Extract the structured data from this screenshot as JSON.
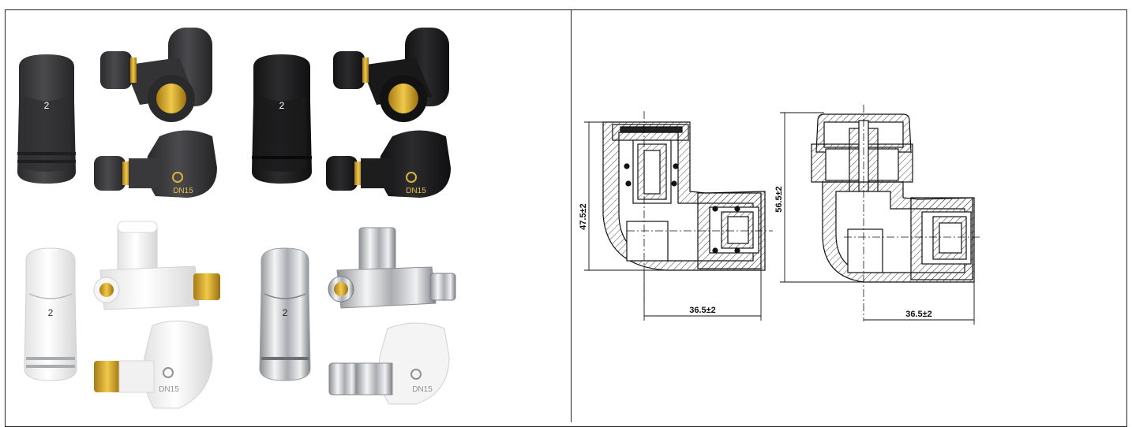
{
  "products": {
    "graphite": {
      "head_number": "2",
      "body_mark": "DN15"
    },
    "black": {
      "head_number": "2",
      "body_mark": "DN15"
    },
    "white": {
      "head_number": "2",
      "body_mark": "DN15"
    },
    "chrome": {
      "head_number": "2",
      "body_mark": "DN15"
    }
  },
  "drawings": {
    "left": {
      "height_dim": "47.5±2",
      "width_dim": "36.5±2"
    },
    "right": {
      "height_dim": "56.5±2",
      "width_dim": "36.5±2"
    }
  },
  "colors": {
    "graphite": "#3a3a3c",
    "black": "#1c1c1d",
    "white": "#f2f2f2",
    "chrome": "#c9cbcd",
    "brass": "#c89b2a"
  }
}
